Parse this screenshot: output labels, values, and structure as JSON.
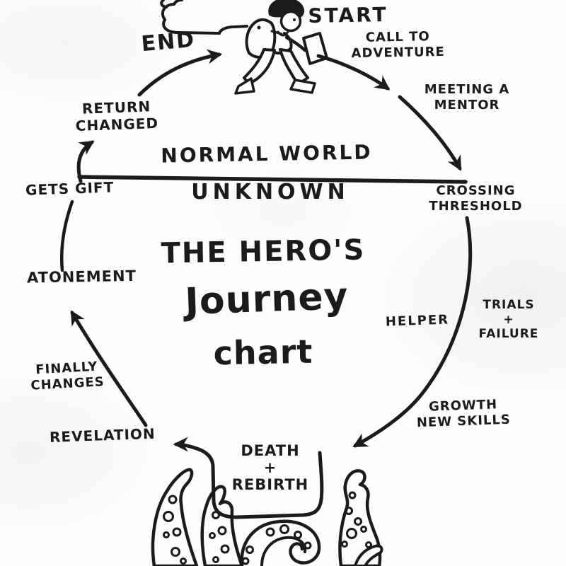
{
  "page": {
    "kind": "hand-drawn diagram",
    "colors": {
      "ink": "#1b1b1b",
      "paper": "#fdfdfc"
    }
  },
  "diagram": {
    "title": {
      "line1": "THE HERO'S",
      "line2": "Journey",
      "line3": "chart"
    },
    "world_divider": {
      "above": "NORMAL WORLD",
      "below": "UNKNOWN"
    },
    "stages": {
      "start": "START",
      "call_to_adventure": "CALL TO\nADVENTURE",
      "meeting_a_mentor": "MEETING A\nMENTOR",
      "crossing_threshold": "CROSSING\nTHRESHOLD",
      "trials_failure": "TRIALS\n+\nFAILURE",
      "helper": "HELPER",
      "growth_new_skills": "GROWTH\nNEW SKILLS",
      "death_rebirth": "DEATH\n+\nREBIRTH",
      "revelation": "REVELATION",
      "finally_changes": "FINALLY\nCHANGES",
      "atonement": "ATONEMENT",
      "gets_gift": "GETS GIFT",
      "return_changed": "RETURN\nCHANGED",
      "end": "END"
    },
    "icons": {
      "cloud": "cloud-icon",
      "hero": "hero-walking-figure-icon",
      "kraken": "kraken-tentacles-icon",
      "arrow": "hand-drawn-arrowhead"
    }
  }
}
